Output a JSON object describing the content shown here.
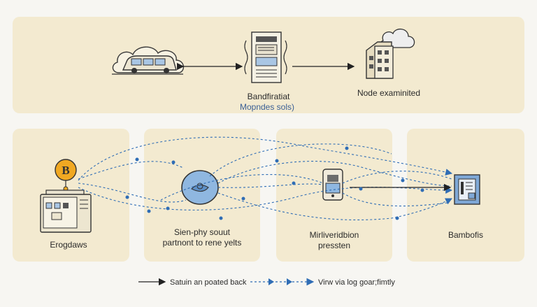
{
  "top": {
    "center_title": "Bandfiratiat",
    "center_subtitle": "Mopndes sols)",
    "right_label": "Node examinited"
  },
  "panels": [
    {
      "label": "Erogdaws",
      "badge": "B"
    },
    {
      "line1": "Sien-phy souut",
      "line2": "partnont to rene yelts"
    },
    {
      "line1": "Mirliveridbion",
      "line2": "pressten"
    },
    {
      "label": "Bambofis"
    }
  ],
  "legend": {
    "solid_label": "Satuin an poated back",
    "dashed_label": "Virw via log goar;fimtly"
  },
  "colors": {
    "panel_bg": "#f3ead0",
    "accent_blue": "#2f6db5",
    "coin": "#f0a822",
    "screen_blue": "#a9c6e4"
  }
}
